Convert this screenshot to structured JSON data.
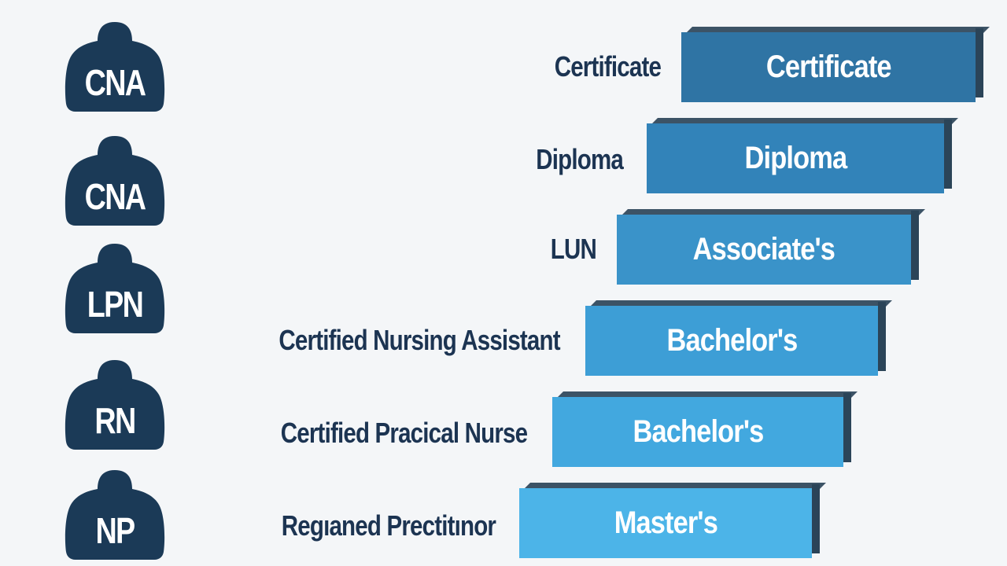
{
  "colors": {
    "person": "#1b3a57",
    "role_text": "#1c3452",
    "background": "#f4f6f8"
  },
  "roles": [
    {
      "badge": "CNA",
      "title": "Certificate",
      "degree": "Certificate",
      "color": "#2f74a4"
    },
    {
      "badge": "CNA",
      "title": "Diploma",
      "degree": "Diploma",
      "color": "#3283b9"
    },
    {
      "badge": "LPN",
      "title": "LUN",
      "degree": "Associate's",
      "color": "#3a93c9"
    },
    {
      "badge": "RN",
      "title": "Certified Nursing Assistant",
      "degree": "Bachelor's",
      "color": "#3d9ed6"
    },
    {
      "badge": "NP",
      "title": "Certified Pracical Nurse",
      "degree": "Bachelor's",
      "color": "#42a8df"
    },
    {
      "badge": "",
      "title": "Regıaned Prectitınor",
      "degree": "Master's",
      "color": "#4cb4e8"
    }
  ]
}
